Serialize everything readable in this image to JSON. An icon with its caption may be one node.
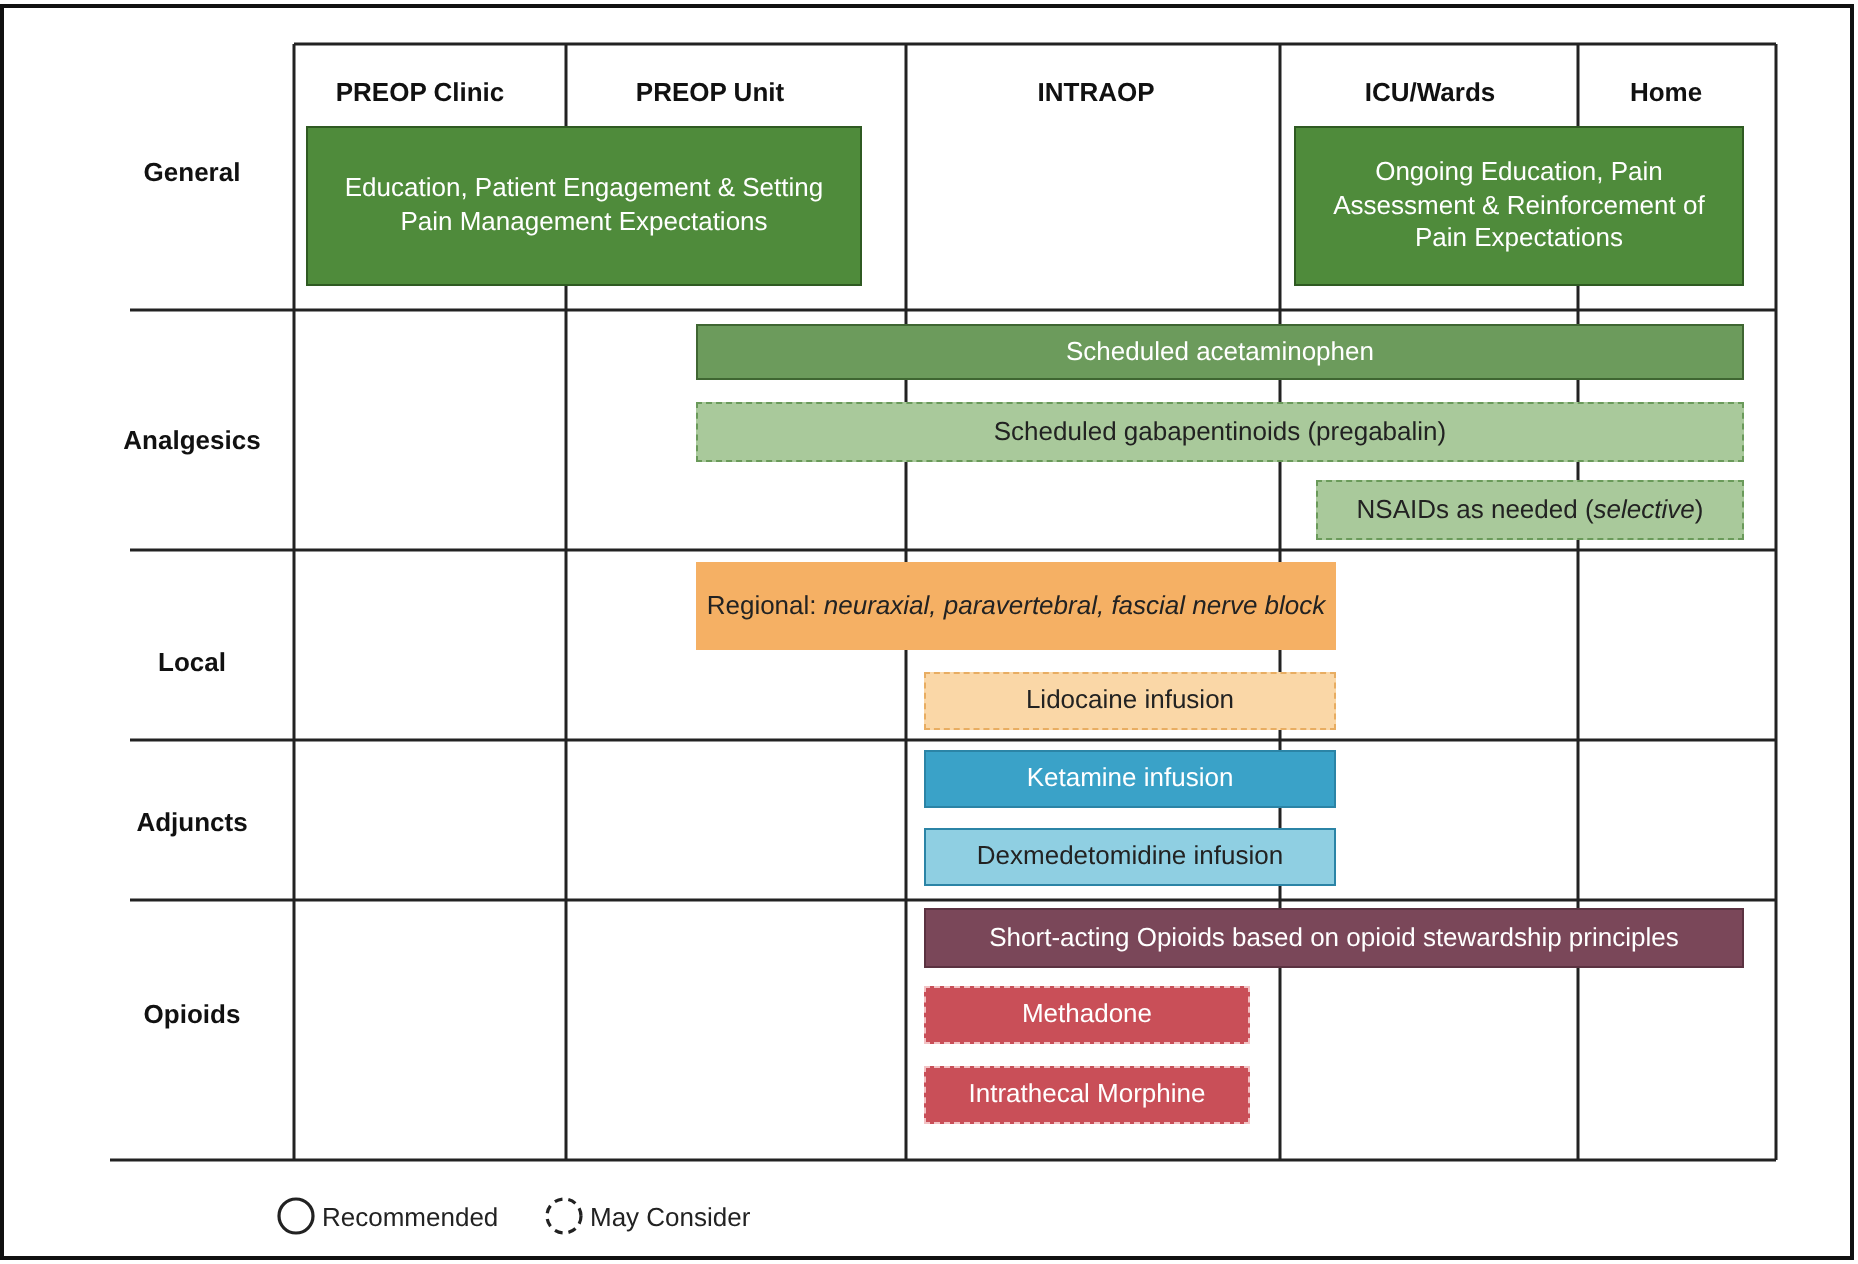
{
  "diagram": {
    "nodes": [
      {
        "text": [
          "Education, Patient Engagement & Setting Pain Management Expectations"
        ]
      },
      {
        "text": [
          "Ongoing Education, Pain Assessment & Reinforcement of Pain Expectations"
        ]
      },
      {
        "text": [
          "Scheduled acetaminophen"
        ]
      },
      {
        "text": [
          "Scheduled gabapentinoids (pregabalin)"
        ]
      },
      {
        "text": [
          "NSAIDs as needed (*selective*)"
        ]
      },
      {
        "text": [
          "Regional: *neuraxial, paravertebral, fascial nerve block*"
        ]
      },
      {
        "text": [
          "Lidocaine infusion"
        ]
      },
      {
        "text": [
          "Ketamine infusion"
        ]
      },
      {
        "text": [
          "Dexmedetomidine infusion"
        ]
      },
      {
        "text": [
          "Short-acting Opioids based on opioid stewardship principles"
        ]
      },
      {
        "text": [
          "Methadone"
        ]
      },
      {
        "text": [
          "Intrathecal Morphine"
        ]
      }
    ],
    "labels": [
      "PREOP Clinic",
      "PREOP Unit",
      "INTRAOP",
      "ICU/Wards",
      "Home",
      "General",
      "Analgesics",
      "Local",
      "Adjuncts",
      "Opioids"
    ],
    "legend": [
      {
        "text": "Recommended"
      },
      {
        "text": "May Consider"
      }
    ]
  }
}
